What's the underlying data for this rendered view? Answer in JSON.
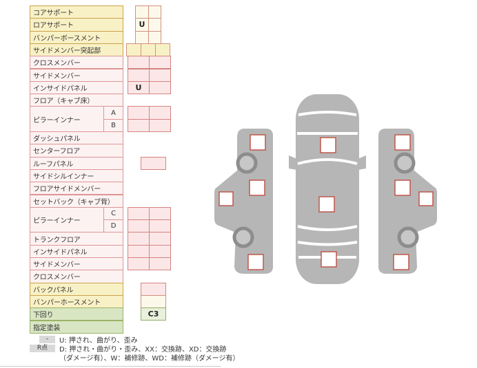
{
  "colors": {
    "yellow_row_bg": "#f9f1c6",
    "yellow_row_border": "#c9a24b",
    "pink_row_bg": "#fdf2f2",
    "pink_row_border": "#dc9595",
    "pink_cell_bg": "#fbe7e7",
    "pink_cell_border": "#d58282",
    "green_row_bg": "#d9e6c3",
    "green_row_border": "#9bb267",
    "cream_cell_bg": "#fdf9ea",
    "green_cell_bg": "#e9f0dc",
    "marker_border": "#c0564a",
    "car_body_gray": "#b6b6b6",
    "legend_badge_bg": "#d9d9d9"
  },
  "table": {
    "row_height": 18.3,
    "label_width": 135,
    "sub_width": 28,
    "rows": [
      {
        "label": "コアサポート",
        "type": "y",
        "span": 1,
        "cells": [
          {
            "x": 18,
            "w": 19,
            "t": ""
          },
          {
            "x": 37,
            "w": 18,
            "t": ""
          }
        ]
      },
      {
        "label": "ロアサポート",
        "type": "y",
        "span": 1,
        "cells": [
          {
            "x": 18,
            "w": 19,
            "t": "U"
          },
          {
            "x": 37,
            "w": 18,
            "t": ""
          }
        ]
      },
      {
        "label": "バンパーボースメント",
        "type": "y",
        "span": 1,
        "cells": [
          {
            "x": 18,
            "w": 19,
            "t": ""
          },
          {
            "x": 37,
            "w": 18,
            "t": ""
          }
        ]
      },
      {
        "label": "サイドメンバー突起部",
        "type": "y",
        "span": 1,
        "cells": [
          {
            "x": 5,
            "w": 21,
            "t": "",
            "c": "y2"
          },
          {
            "x": 26,
            "w": 21,
            "t": "",
            "c": "y2"
          },
          {
            "x": 47,
            "w": 21,
            "t": "",
            "c": "y2"
          }
        ]
      },
      {
        "label": "クロスメンバー",
        "type": "p",
        "span": 1,
        "cells": [
          {
            "x": 7,
            "w": 31,
            "t": ""
          },
          {
            "x": 38,
            "w": 31,
            "t": ""
          }
        ]
      },
      {
        "label": "サイドメンバー",
        "type": "p",
        "span": 1,
        "cells": [
          {
            "x": 7,
            "w": 31,
            "t": ""
          },
          {
            "x": 38,
            "w": 31,
            "t": ""
          }
        ]
      },
      {
        "label": "インサイドパネル",
        "type": "p",
        "span": 1,
        "cells": [
          {
            "x": 7,
            "w": 31,
            "t": "U"
          },
          {
            "x": 38,
            "w": 31,
            "t": ""
          }
        ]
      },
      {
        "label": "フロア（キャブ床）",
        "type": "p",
        "span": 1,
        "cells": []
      },
      {
        "label": "ピラーインナー",
        "type": "p",
        "span": 2,
        "sub": "A",
        "cells": [
          {
            "x": 7,
            "w": 31,
            "t": ""
          },
          {
            "x": 38,
            "w": 31,
            "t": ""
          }
        ]
      },
      {
        "label": "",
        "type": "p",
        "span": 0,
        "sub": "B",
        "cells": [
          {
            "x": 7,
            "w": 31,
            "t": ""
          },
          {
            "x": 38,
            "w": 31,
            "t": ""
          }
        ]
      },
      {
        "label": "ダッシュパネル",
        "type": "p",
        "span": 1,
        "cells": []
      },
      {
        "label": "センターフロア",
        "type": "p",
        "span": 1,
        "cells": []
      },
      {
        "label": "ルーフパネル",
        "type": "p",
        "span": 1,
        "cells": [
          {
            "x": 26,
            "w": 36,
            "t": ""
          }
        ]
      },
      {
        "label": "サイドシルインナー",
        "type": "p",
        "span": 1,
        "cells": []
      },
      {
        "label": "フロアサイドメンバー",
        "type": "p",
        "span": 1,
        "cells": []
      },
      {
        "label": "セットバック（キャブ背）",
        "type": "p",
        "span": 1,
        "cells": []
      },
      {
        "label": "ピラーインナー",
        "type": "p",
        "span": 2,
        "sub": "C",
        "cells": [
          {
            "x": 7,
            "w": 31,
            "t": ""
          },
          {
            "x": 38,
            "w": 31,
            "t": ""
          }
        ]
      },
      {
        "label": "",
        "type": "p",
        "span": 0,
        "sub": "D",
        "cells": [
          {
            "x": 7,
            "w": 31,
            "t": ""
          },
          {
            "x": 38,
            "w": 31,
            "t": ""
          }
        ]
      },
      {
        "label": "トランクフロア",
        "type": "p",
        "span": 1,
        "cells": [
          {
            "x": 7,
            "w": 31,
            "t": ""
          },
          {
            "x": 38,
            "w": 31,
            "t": ""
          }
        ]
      },
      {
        "label": "インサイドパネル",
        "type": "p",
        "span": 1,
        "cells": [
          {
            "x": 7,
            "w": 31,
            "t": ""
          },
          {
            "x": 38,
            "w": 31,
            "t": ""
          }
        ]
      },
      {
        "label": "サイドメンバー",
        "type": "p",
        "span": 1,
        "cells": [
          {
            "x": 7,
            "w": 31,
            "t": ""
          },
          {
            "x": 38,
            "w": 31,
            "t": ""
          }
        ]
      },
      {
        "label": "クロスメンバー",
        "type": "p",
        "span": 1,
        "cells": []
      },
      {
        "label": "バックパネル",
        "type": "y",
        "span": 1,
        "cells": [
          {
            "x": 26,
            "w": 36,
            "t": "",
            "c": "p"
          }
        ]
      },
      {
        "label": "バンパーホースメント",
        "type": "y",
        "span": 1,
        "cells": [
          {
            "x": 26,
            "w": 36,
            "t": ""
          }
        ]
      },
      {
        "label": "下回り",
        "type": "g",
        "span": 1,
        "cells": [
          {
            "x": 26,
            "w": 36,
            "t": "C3"
          }
        ]
      },
      {
        "label": "指定塗装",
        "type": "g",
        "span": 1,
        "cells": []
      }
    ]
  },
  "marks": {
    "lower_support": "U",
    "inside_panel_front": "U",
    "underbody": "C3"
  },
  "legend": {
    "rows": [
      {
        "badge": "-",
        "text": "U: 押され、曲がり、歪み"
      },
      {
        "badge": "R点",
        "text": "D: 押され・曲がり・歪み、XX：交換跡、XD：交換跡"
      },
      {
        "badge": "",
        "text": "（ダメージ有）、W：補修跡、WD：補修跡（ダメージ有）"
      }
    ]
  }
}
